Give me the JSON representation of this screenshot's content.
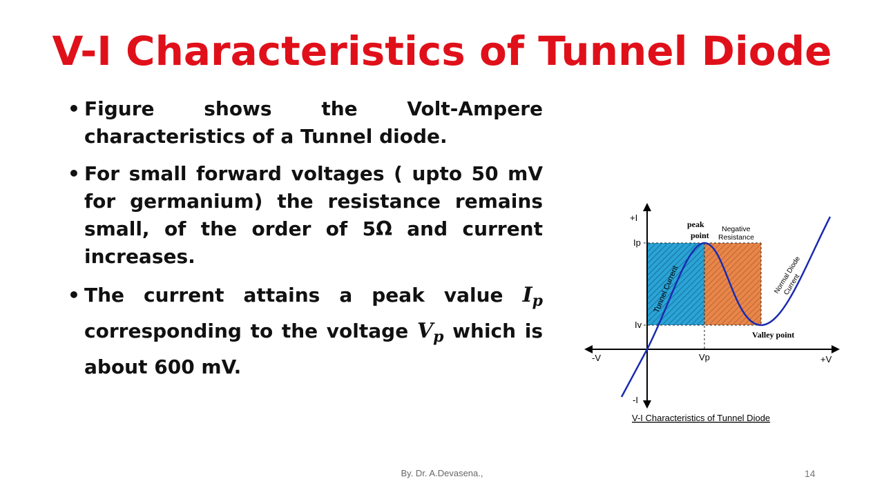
{
  "slide": {
    "title": "V-I Characteristics of Tunnel Diode",
    "bullets": [
      {
        "text": "Figure shows the Volt-Ampere characteristics of a Tunnel diode."
      },
      {
        "text": "For small forward voltages ( upto 50 mV for germanium) the resistance remains small, of the order of 5Ω and current increases."
      },
      {
        "before": "The current attains a peak value ",
        "sym1": "I",
        "sub1": "p",
        "middle": " corresponding to the voltage ",
        "sym2": "V",
        "sub2": "p",
        "after": " which is about 600 mV."
      }
    ],
    "footer": "By. Dr. A.Devasena.,",
    "page_number": "14"
  },
  "diagram": {
    "caption": "V-I Characteristics of Tunnel Diode",
    "labels": {
      "plus_i": "+I",
      "minus_i": "-I",
      "plus_v": "+V",
      "minus_v": "-V",
      "ip": "Ip",
      "iv": "Iv",
      "vp": "Vp",
      "peak_point_1": "peak",
      "peak_point_2": "point",
      "negative_resistance_1": "Negative",
      "negative_resistance_2": "Resistance",
      "valley_point": "Valley point",
      "tunnel_current": "Tunnel Current",
      "normal_diode_1": "Normal Diode",
      "normal_diode_2": "Current"
    },
    "colors": {
      "curve": "#1a2bb0",
      "tunnel_region": "#2ba3d6",
      "negative_region": "#e8864a",
      "title": "#e0101a"
    }
  }
}
